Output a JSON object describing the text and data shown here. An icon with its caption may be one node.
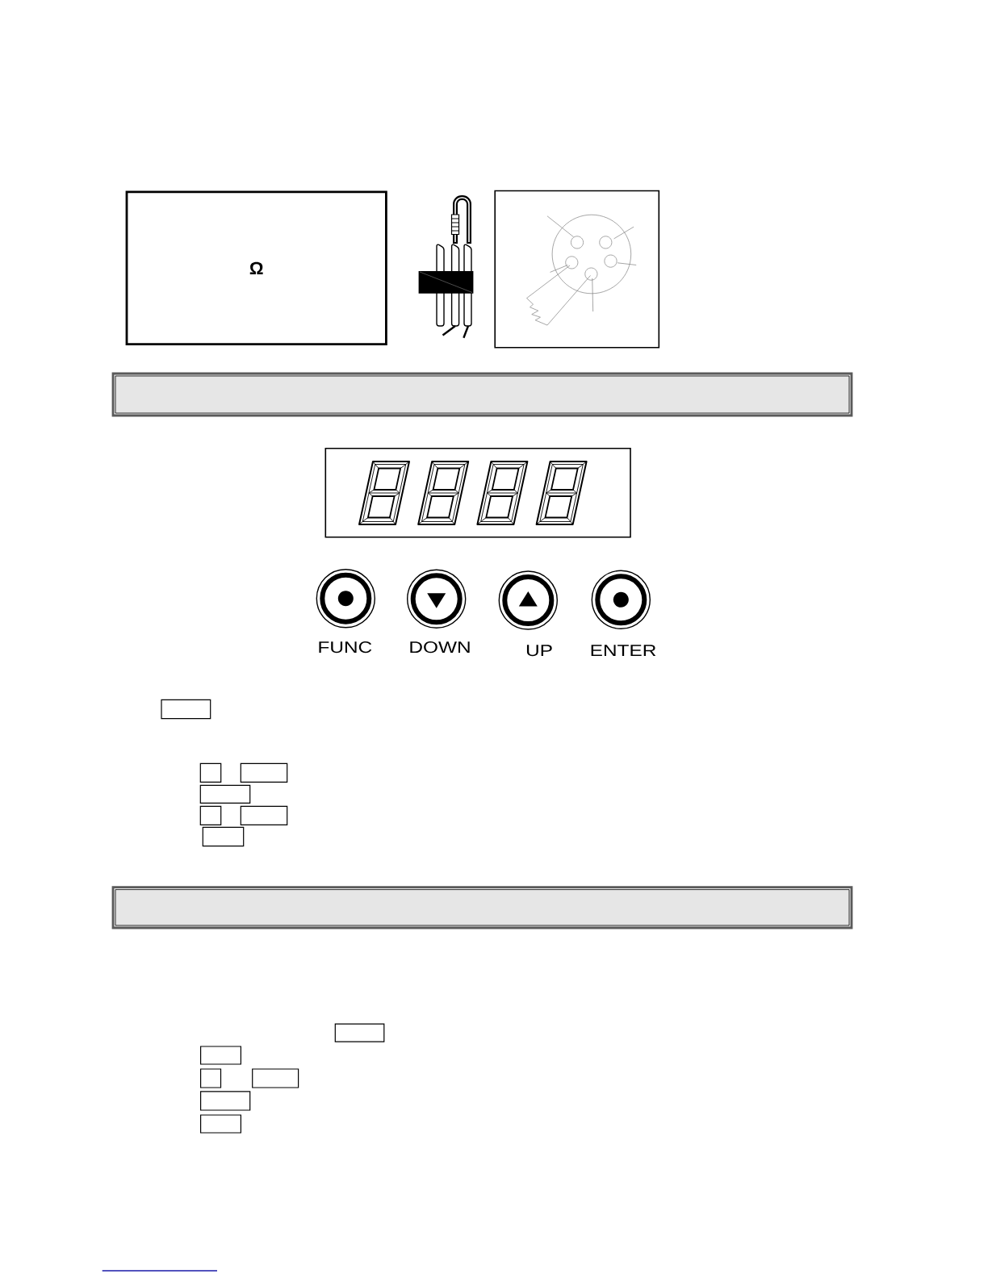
{
  "diagram": {
    "nodes": [
      {
        "text": [
          "Ω"
        ]
      },
      {
        "text": [
          "FUNC"
        ]
      },
      {
        "text": [
          "DOWN"
        ]
      },
      {
        "text": [
          "UP"
        ]
      },
      {
        "text": [
          "ENTER"
        ]
      }
    ]
  }
}
